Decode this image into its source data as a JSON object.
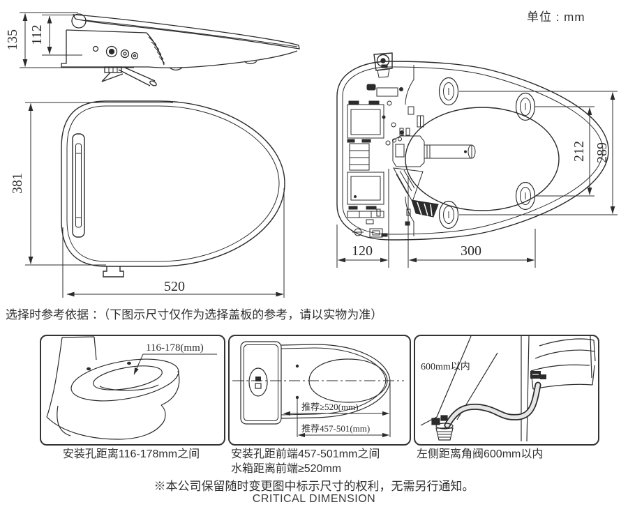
{
  "unit_label": "单位 : mm",
  "reference_note": "选择时参考依据 ：（下图示尺寸仅作为选择盖板的参考，请以实物为准）",
  "views": {
    "side_view": {
      "overall_height": "135",
      "body_height": "112"
    },
    "top_view": {
      "depth": "381",
      "width": "520"
    },
    "bottom_view": {
      "hole_span": "212",
      "pad_span": "289",
      "rear_offset": "120",
      "front_span": "300"
    }
  },
  "panels": [
    {
      "dim_label": "116-178(mm)",
      "caption": "安装孔距离116-178mm之间"
    },
    {
      "dim_label_tank": "推荐≥520(mm)",
      "dim_label_holes": "推荐457-501(mm)",
      "caption_line1": "安装孔距前端457-501mm之间",
      "caption_line2": "水箱距离前端≥520mm"
    },
    {
      "dim_label": "600mm以内",
      "caption": "左侧距离角阀600mm以内"
    }
  ],
  "footer": {
    "disclaimer": "※本公司保留随时变更图中标示尺寸的权利，无需另行通知。",
    "title": "CRITICAL DIMENSION"
  },
  "colors": {
    "line": "#2b2b2b",
    "text": "#2f2f2f"
  }
}
